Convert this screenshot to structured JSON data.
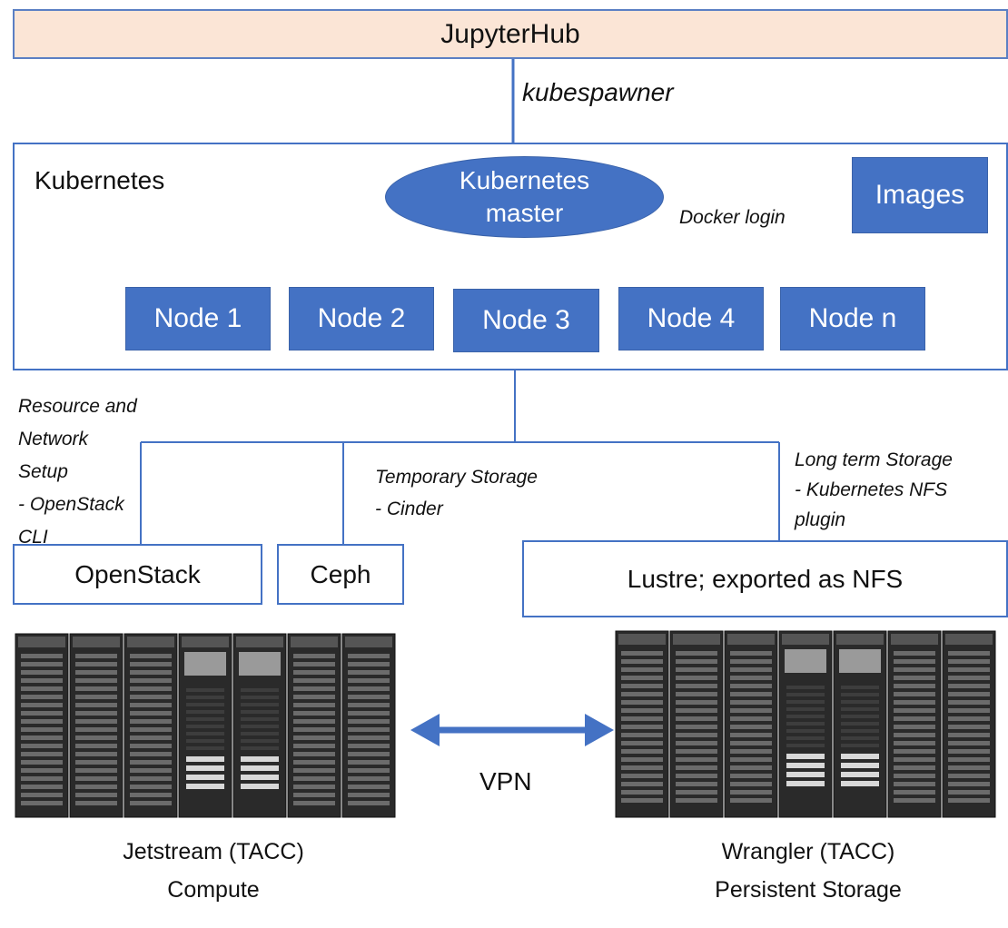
{
  "jupyterhub": {
    "label": "JupyterHub"
  },
  "connector": {
    "kubespawner": "kubespawner"
  },
  "kubernetes": {
    "label": "Kubernetes",
    "master_line1": "Kubernetes",
    "master_line2": "master",
    "images": "Images",
    "docker_login": "Docker login",
    "nodes": [
      "Node 1",
      "Node 2",
      "Node 3",
      "Node 4",
      "Node n"
    ]
  },
  "annotations": {
    "resource_lines": [
      "Resource and",
      "Network",
      "Setup",
      "- OpenStack",
      "CLI"
    ],
    "temporary_lines": [
      "Temporary Storage",
      "- Cinder"
    ],
    "longterm_lines": [
      "Long term Storage",
      "- Kubernetes NFS",
      "plugin"
    ]
  },
  "storage": {
    "openstack": "OpenStack",
    "ceph": "Ceph",
    "lustre": "Lustre; exported as NFS"
  },
  "vpn": {
    "label": "VPN"
  },
  "clusters": {
    "left_line1": "Jetstream (TACC)",
    "left_line2": "Compute",
    "right_line1": "Wrangler (TACC)",
    "right_line2": "Persistent Storage"
  },
  "colors": {
    "accent_blue": "#4472c4",
    "header_fill": "#fbe5d6",
    "rack_dark": "#2a2a2a"
  }
}
